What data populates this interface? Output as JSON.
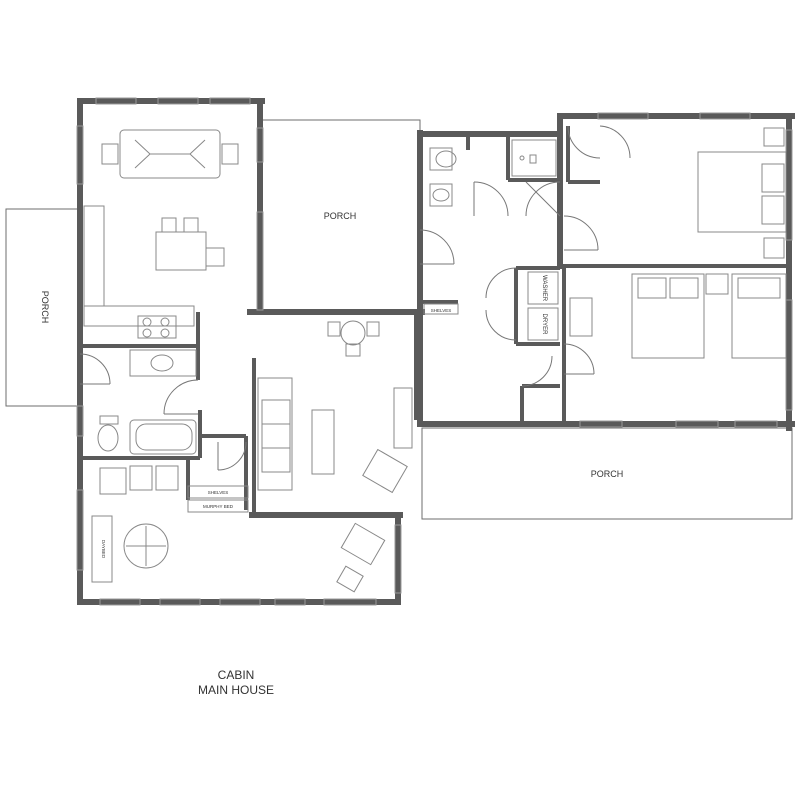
{
  "labels": {
    "porch_top": "PORCH",
    "porch_left": "PORCH",
    "porch_right": "PORCH",
    "washer": "WASHER",
    "dryer": "DRYER",
    "shelves": "SHELVES",
    "shelves_lower": "SHELVES",
    "murphy_bed": "MURPHY BED",
    "daybed": "DAYBED"
  },
  "caption": {
    "line1": "CABIN",
    "line2": "MAIN HOUSE"
  },
  "colors": {
    "wall": "#5a5a5a",
    "line": "#6e6e6e",
    "fixture": "#888888"
  }
}
